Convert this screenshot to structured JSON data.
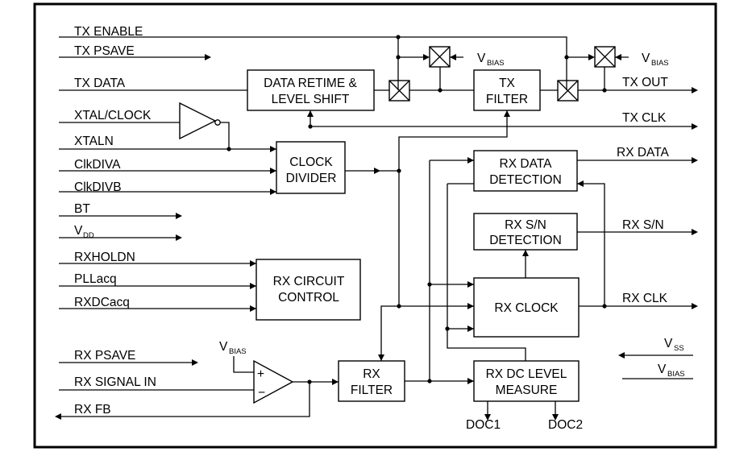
{
  "inputs": {
    "tx_enable": "TX  ENABLE",
    "tx_psave": "TX  PSAVE",
    "tx_data": "TX  DATA",
    "xtal_clock": "XTAL/CLOCK",
    "xtaln": "XTALN",
    "clkdiva": "ClkDIVA",
    "clkdivb": "ClkDIVB",
    "bt": "BT",
    "vdd_main": "V",
    "vdd_sub": "DD",
    "rxholdn": "RXHOLDN",
    "pllacq": "PLLacq",
    "rxdcacq": "RXDCacq",
    "rx_psave": "RX  PSAVE",
    "rx_signal_in": "RX  SIGNAL  IN",
    "rx_fb": "RX  FB"
  },
  "outputs": {
    "tx_out": "TX  OUT",
    "tx_clk": "TX  CLK",
    "rx_data": "RX  DATA",
    "rx_sn": "RX  S/N",
    "rx_clk": "RX  CLK",
    "doc1": "DOC1",
    "doc2": "DOC2"
  },
  "supplies": {
    "v": "V",
    "bias": "BIAS",
    "ss": "SS"
  },
  "blocks": {
    "data_retime": [
      "DATA RETIME &",
      "LEVEL SHIFT"
    ],
    "tx_filter": [
      "TX",
      "FILTER"
    ],
    "clock_divider": [
      "CLOCK",
      "DIVIDER"
    ],
    "rx_data_detection": [
      "RX DATA",
      "DETECTION"
    ],
    "rx_sn_detection": [
      "RX S/N",
      "DETECTION"
    ],
    "rx_circuit_control": [
      "RX CIRCUIT",
      "CONTROL"
    ],
    "rx_clock": [
      "RX CLOCK"
    ],
    "rx_filter": [
      "RX",
      "FILTER"
    ],
    "rx_dc_level": [
      "RX DC LEVEL",
      "MEASURE"
    ]
  },
  "opamp": {
    "plus": "+",
    "minus": "−"
  }
}
